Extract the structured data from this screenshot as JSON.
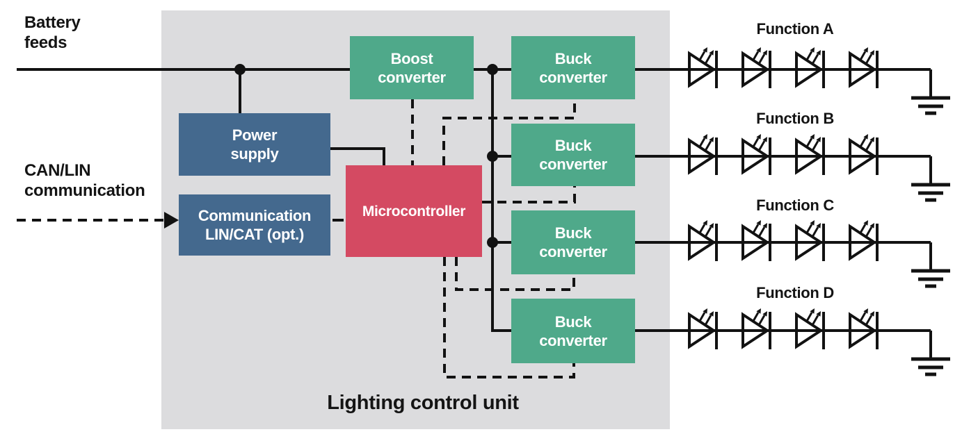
{
  "unit": {
    "title": "Lighting control unit",
    "background_color": "#dcdcde"
  },
  "inputs": {
    "battery": {
      "line1": "Battery",
      "line2": "feeds"
    },
    "can_lin": {
      "line1": "CAN/LIN",
      "line2": "communication"
    }
  },
  "blocks": {
    "boost": {
      "line1": "Boost",
      "line2": "converter",
      "color": "#4fa98a"
    },
    "power_supply": {
      "line1": "Power",
      "line2": "supply",
      "color": "#44698e"
    },
    "communication": {
      "line1": "Communication",
      "line2": "LIN/CAT (opt.)",
      "color": "#44698e"
    },
    "microcontroller": {
      "label": "Microcontroller",
      "color": "#d44a62"
    },
    "buck_a": {
      "line1": "Buck",
      "line2": "converter",
      "color": "#4fa98a"
    },
    "buck_b": {
      "line1": "Buck",
      "line2": "converter",
      "color": "#4fa98a"
    },
    "buck_c": {
      "line1": "Buck",
      "line2": "converter",
      "color": "#4fa98a"
    },
    "buck_d": {
      "line1": "Buck",
      "line2": "converter",
      "color": "#4fa98a"
    }
  },
  "functions": [
    {
      "label": "Function A",
      "led_count": 4
    },
    {
      "label": "Function B",
      "led_count": 4
    },
    {
      "label": "Function C",
      "led_count": 4
    },
    {
      "label": "Function D",
      "led_count": 4
    }
  ],
  "line_color": "#121212"
}
